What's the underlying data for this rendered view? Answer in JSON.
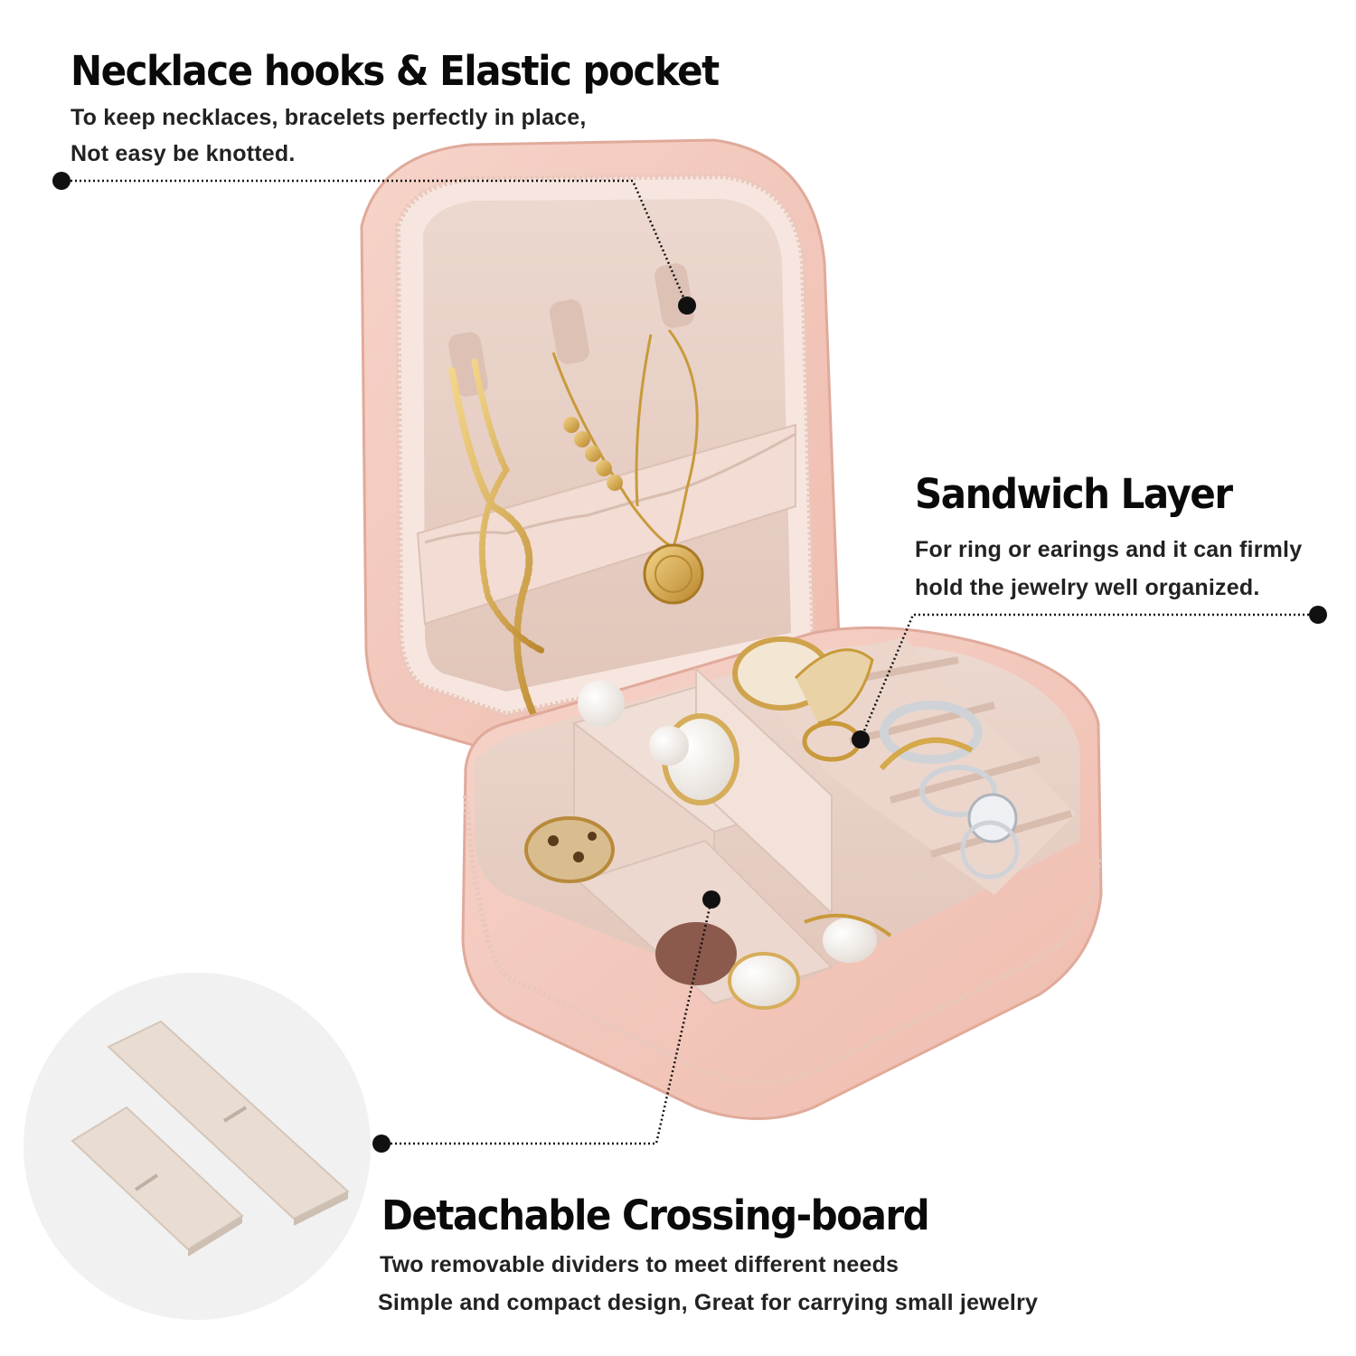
{
  "callouts": {
    "necklace": {
      "title": "Necklace hooks & Elastic pocket",
      "line1": "To keep necklaces, bracelets perfectly in place,",
      "line2": "Not easy be knotted."
    },
    "sandwich": {
      "title": "Sandwich Layer",
      "line1": "For ring or earings and it can  firmly",
      "line2": "hold the jewelry well organized."
    },
    "divider": {
      "title": "Detachable Crossing-board",
      "line1": "Two removable dividers to meet different needs",
      "line2": "Simple and compact design, Great for carrying small jewelry"
    }
  },
  "colors": {
    "case_pink": "#f2c6bb",
    "velvet": "#ead5cc",
    "gold": "#d6a94a",
    "silver": "#cfd3d8",
    "leader_dots": "#111111"
  }
}
